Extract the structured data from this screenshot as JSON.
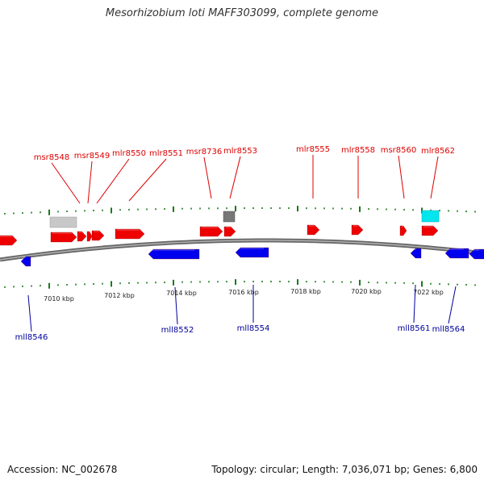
{
  "title": "Mesorhizobium loti MAFF303099, complete genome",
  "footer": {
    "accession": "Accession: NC_002678",
    "summary": "Topology: circular; Length: 7,036,071 bp; Genes: 6,800"
  },
  "colors": {
    "forward_gene": "#ee0000",
    "reverse_gene": "#0000ee",
    "forward_label": "#dd0000",
    "reverse_label": "#000099",
    "backbone": "#888888",
    "ticks": "#1a7a1a",
    "gray_feature_light": "#c8c8c8",
    "gray_feature_dark": "#777777",
    "cyan_feature": "#00e5ee"
  },
  "scale": {
    "unit": "kbp",
    "labels": [
      "7010 kbp",
      "7012 kbp",
      "7014 kbp",
      "7016 kbp",
      "7018 kbp",
      "7020 kbp",
      "7022 kbp"
    ]
  },
  "forward_labels": [
    "msr8548",
    "msr8549",
    "mlr8550",
    "mlr8551",
    "msr8736",
    "mlr8553",
    "mlr8555",
    "mlr8558",
    "msr8560",
    "mlr8562"
  ],
  "reverse_labels": [
    "mll8546",
    "mll8552",
    "mll8554",
    "mll8561",
    "mll8564"
  ]
}
